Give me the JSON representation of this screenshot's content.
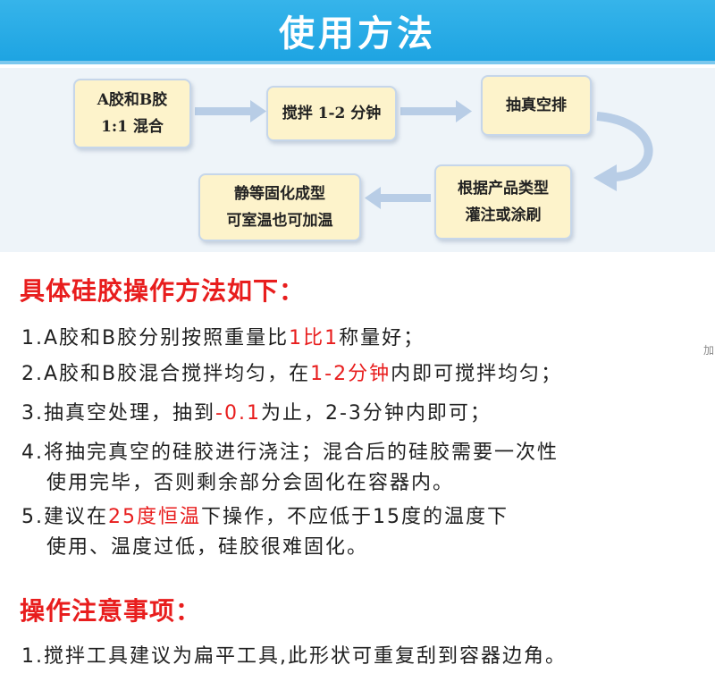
{
  "banner": {
    "title": "使用方法"
  },
  "flow": {
    "steps": [
      {
        "line1": "A胶和B胶",
        "line2": "1:1 混合"
      },
      {
        "line1": "搅拌 1-2 分钟"
      },
      {
        "line1": "抽真空排"
      },
      {
        "line1": "根据产品类型",
        "line2": "灌注或涂刷"
      },
      {
        "line1": "静等固化成型",
        "line2": "可室温也可加温"
      }
    ],
    "colors": {
      "box_fill": "#fdf3cb",
      "box_border": "#c6d6ea",
      "arrow": "#b8cde6"
    }
  },
  "method": {
    "title": "具体硅胶操作方法如下：",
    "items": [
      {
        "num": "1.",
        "p1": "A胶和B胶分别按照重量比",
        "hl": "1比1",
        "p2": "称量好；"
      },
      {
        "num": "2.",
        "p1": "A胶和B胶混合搅拌均匀，在",
        "hl": "1-2分钟",
        "p2": "内即可搅拌均匀；"
      },
      {
        "num": "3.",
        "p1": "抽真空处理，抽到",
        "hl": "-0.1",
        "p2": "为止，2-3分钟内即可；"
      },
      {
        "num": "4.",
        "line1": "将抽完真空的硅胶进行浇注；混合后的硅胶需要一次性",
        "line2": "使用完毕，否则剩余部分会固化在容器内。"
      },
      {
        "num": "5.",
        "p1": "建议在",
        "hl": "25度恒温",
        "p2": "下操作，不应低于15度的温度下",
        "line2": "使用、温度过低，硅胶很难固化。"
      }
    ]
  },
  "notes": {
    "title": "操作注意事项：",
    "items": [
      {
        "num": "1.",
        "text": "搅拌工具建议为扁平工具,此形状可重复刮到容器边角。"
      }
    ]
  },
  "side_glyph": "加",
  "colors": {
    "banner": "#1ea4e2",
    "highlight": "#e81d1d"
  }
}
